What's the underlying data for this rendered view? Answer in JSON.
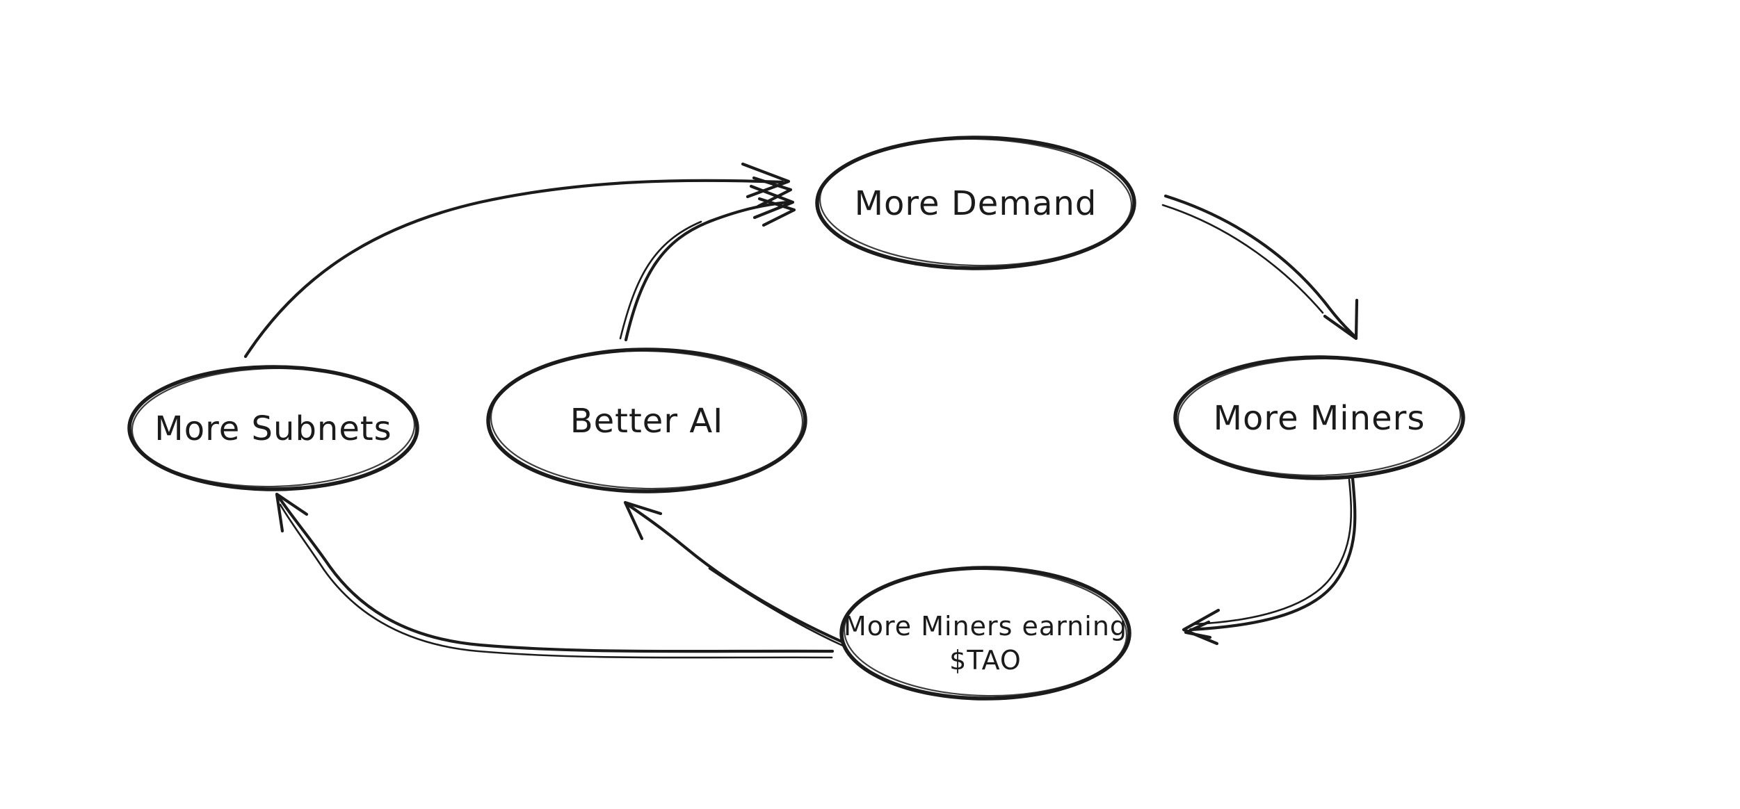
{
  "canvas": {
    "background": "#ffffff",
    "stroke_color": "#1b1b1b",
    "style": "hand-drawn whiteboard sketch"
  },
  "diagram": {
    "type": "cycle-diagram",
    "title": "",
    "nodes": [
      {
        "id": "more-demand",
        "label": "More Demand"
      },
      {
        "id": "more-subnets",
        "label": "More Subnets"
      },
      {
        "id": "better-ai",
        "label": "Better AI"
      },
      {
        "id": "more-miners",
        "label": "More Miners"
      },
      {
        "id": "miners-earning-tao",
        "label": "More Miners earning $TAO",
        "label_line1": "More Miners earning",
        "label_line2": "$TAO"
      }
    ],
    "edges": [
      {
        "from": "more-subnets",
        "to": "more-demand",
        "name": "More Subnets → More Demand"
      },
      {
        "from": "better-ai",
        "to": "more-demand",
        "name": "Better AI → More Demand"
      },
      {
        "from": "more-demand",
        "to": "more-miners",
        "name": "More Demand → More Miners"
      },
      {
        "from": "more-miners",
        "to": "miners-earning-tao",
        "name": "More Miners → More Miners earning $TAO"
      },
      {
        "from": "miners-earning-tao",
        "to": "better-ai",
        "name": "More Miners earning $TAO → Better AI"
      },
      {
        "from": "miners-earning-tao",
        "to": "more-subnets",
        "name": "More Miners earning $TAO → More Subnets"
      }
    ]
  }
}
